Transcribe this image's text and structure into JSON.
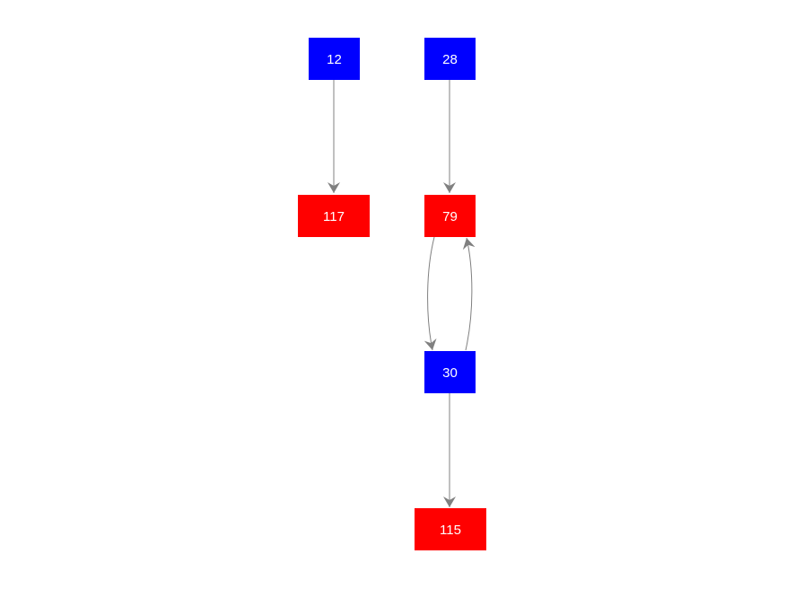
{
  "colors": {
    "blue_node": "#0000ff",
    "red_node": "#ff0000",
    "edge": "#808080",
    "label": "#ffffff",
    "background": "#ffffff"
  },
  "nodes": [
    {
      "id": "n12",
      "label": "12",
      "kind": "blue"
    },
    {
      "id": "n28",
      "label": "28",
      "kind": "blue"
    },
    {
      "id": "n117",
      "label": "117",
      "kind": "red"
    },
    {
      "id": "n79",
      "label": "79",
      "kind": "red"
    },
    {
      "id": "n30",
      "label": "30",
      "kind": "blue"
    },
    {
      "id": "n115",
      "label": "115",
      "kind": "red"
    }
  ],
  "edges": [
    {
      "from": "12",
      "to": "117"
    },
    {
      "from": "28",
      "to": "79"
    },
    {
      "from": "79",
      "to": "30"
    },
    {
      "from": "30",
      "to": "79"
    },
    {
      "from": "30",
      "to": "115"
    }
  ]
}
